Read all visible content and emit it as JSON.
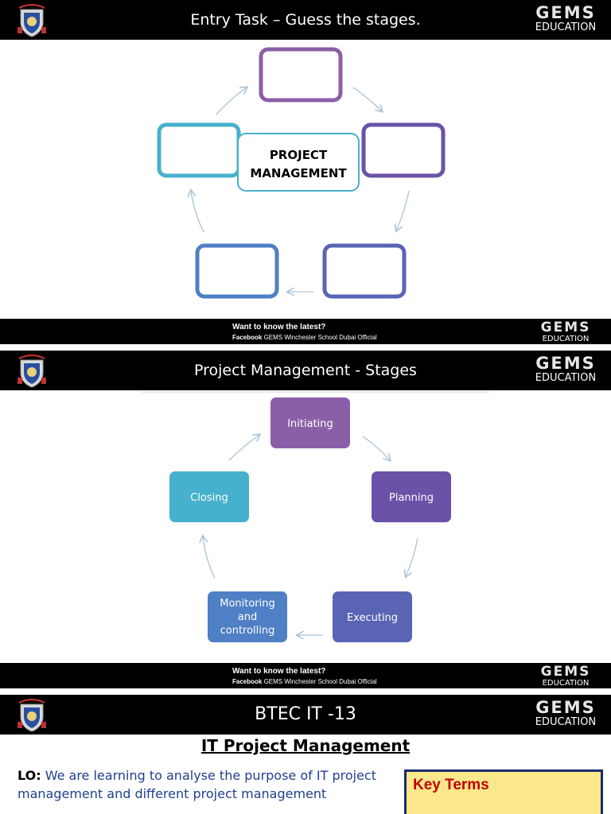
{
  "brand": {
    "logo_word": "GEMS",
    "logo_sub": "EDUCATION"
  },
  "footer": {
    "line1": "Want to know the latest?",
    "line2_bold": "Facebook",
    "line2_rest": " GEMS Winchester School Dubai Official"
  },
  "slide1": {
    "title": "Entry Task – Guess the stages.",
    "center_line1": "PROJECT",
    "center_line2": "MANAGEMENT"
  },
  "slide2": {
    "title": "Project Management - Stages",
    "stages": [
      "Initiating",
      "Planning",
      "Executing",
      "Monitoring",
      "and",
      "controlling",
      "Closing"
    ]
  },
  "slide3": {
    "title": "BTEC IT -13",
    "heading": "IT Project Management",
    "lo_label": "LO:",
    "lo_text": " We are learning to analyse the purpose of IT project management and different project management",
    "key_terms": "Key Terms"
  },
  "colors": {
    "purple": "#8b5fa8",
    "violet": "#6a52a8",
    "indigo": "#5a64b4",
    "blue": "#4f7fc4",
    "teal": "#46b1cc",
    "arrow": "#a9c4d6"
  }
}
